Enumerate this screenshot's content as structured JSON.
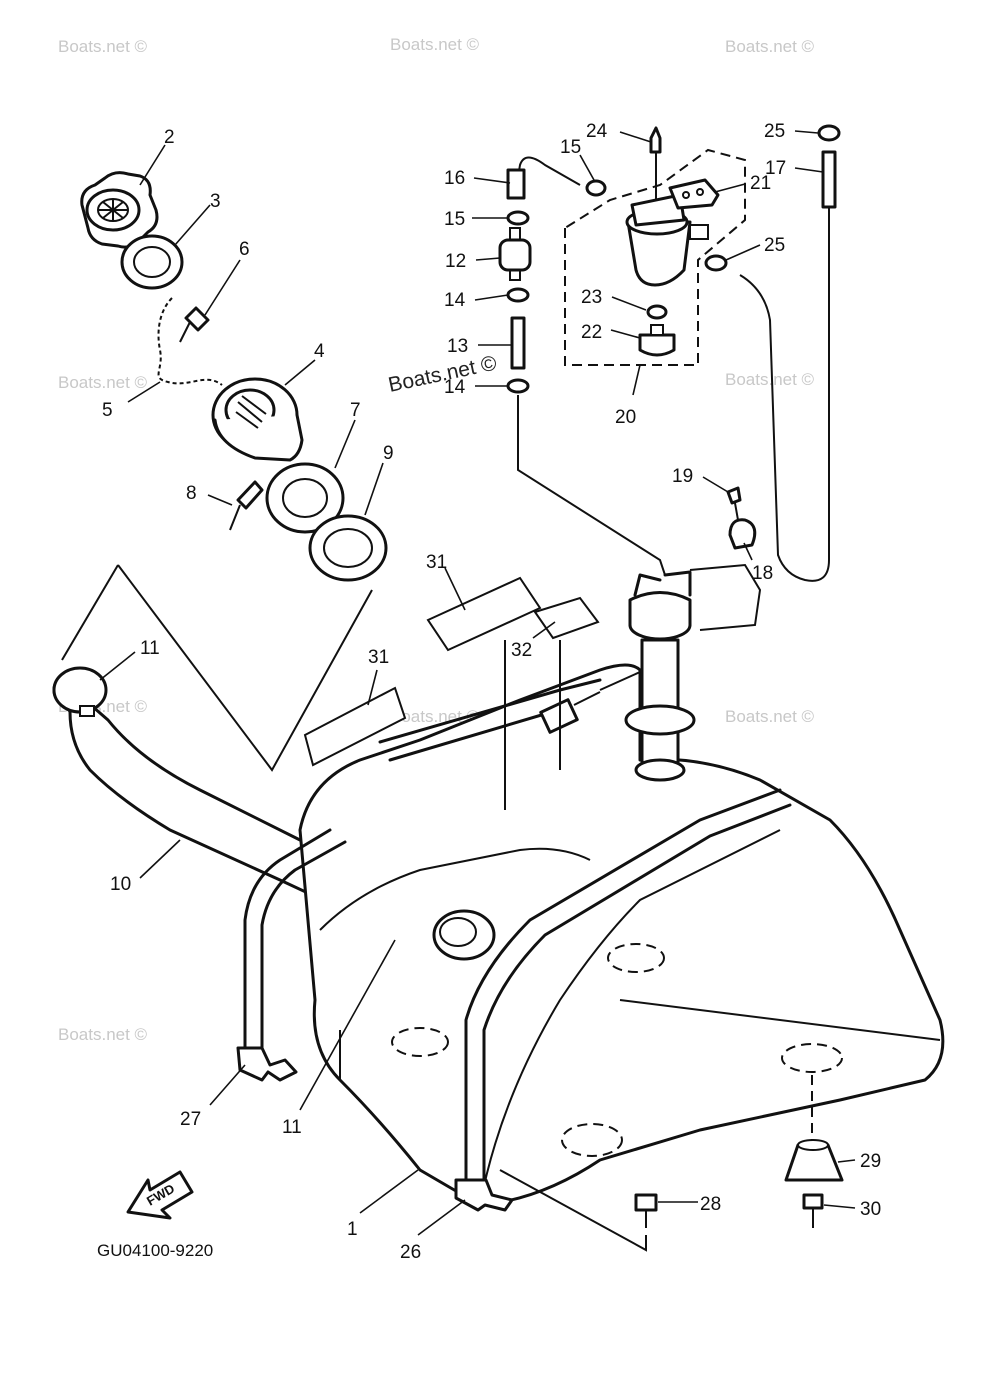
{
  "watermark": "Boats.net ©",
  "fwd_label": "FWD",
  "diagram_code": "GU04100-9220",
  "callouts": [
    "1",
    "2",
    "3",
    "4",
    "5",
    "6",
    "7",
    "8",
    "9",
    "10",
    "11",
    "11",
    "12",
    "13",
    "14",
    "14",
    "15",
    "15",
    "16",
    "17",
    "18",
    "19",
    "20",
    "21",
    "22",
    "23",
    "24",
    "25",
    "25",
    "26",
    "27",
    "28",
    "29",
    "30",
    "31",
    "31",
    "32"
  ]
}
